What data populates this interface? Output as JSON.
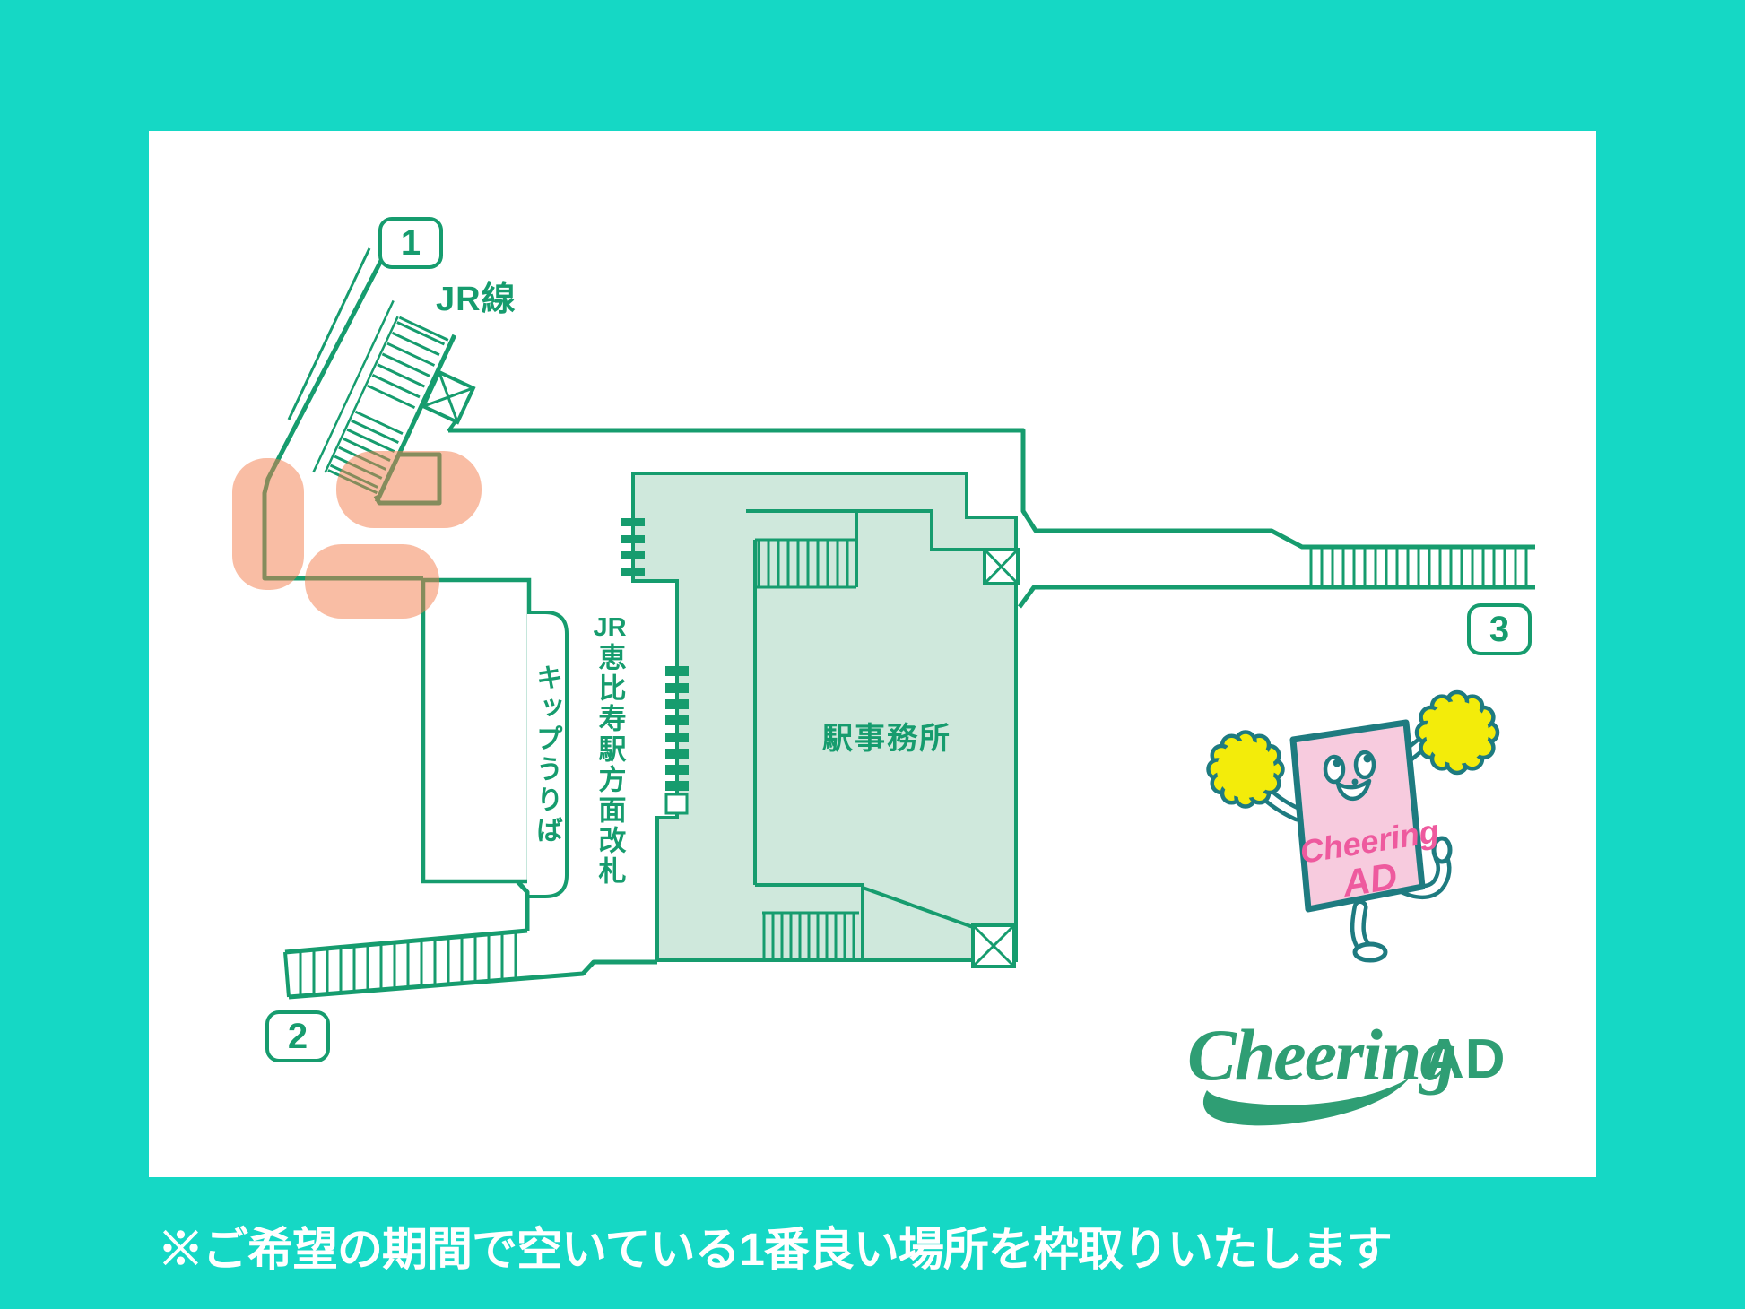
{
  "colors": {
    "background": "#15D8C5",
    "line_green": "#169C6E",
    "mint_fill": "#CFE8DC",
    "highlight_orange": "#F37C49",
    "mascot_outline": "#1E7B80",
    "mascot_pink": "#F7CBDE",
    "mascot_yellow": "#F3EC0A",
    "accent_pink": "#EE5A9E",
    "logo_green": "#2F9E74"
  },
  "map": {
    "badges": [
      {
        "label": "1"
      },
      {
        "label": "2"
      },
      {
        "label": "3"
      }
    ],
    "jr_line_label": "JR線",
    "ticket_counter_label": "キップうりば",
    "gate_label_head": "JR",
    "gate_label_body": "恵比寿駅方面改札",
    "station_office_label": "駅事務所"
  },
  "mascot": {
    "body_text_line1": "Cheering",
    "body_text_line2": "AD"
  },
  "logo": {
    "script": "Cheering",
    "suffix": "AD"
  },
  "footer": {
    "note": "※ご希望の期間で空いている1番良い場所を枠取りいたします"
  }
}
